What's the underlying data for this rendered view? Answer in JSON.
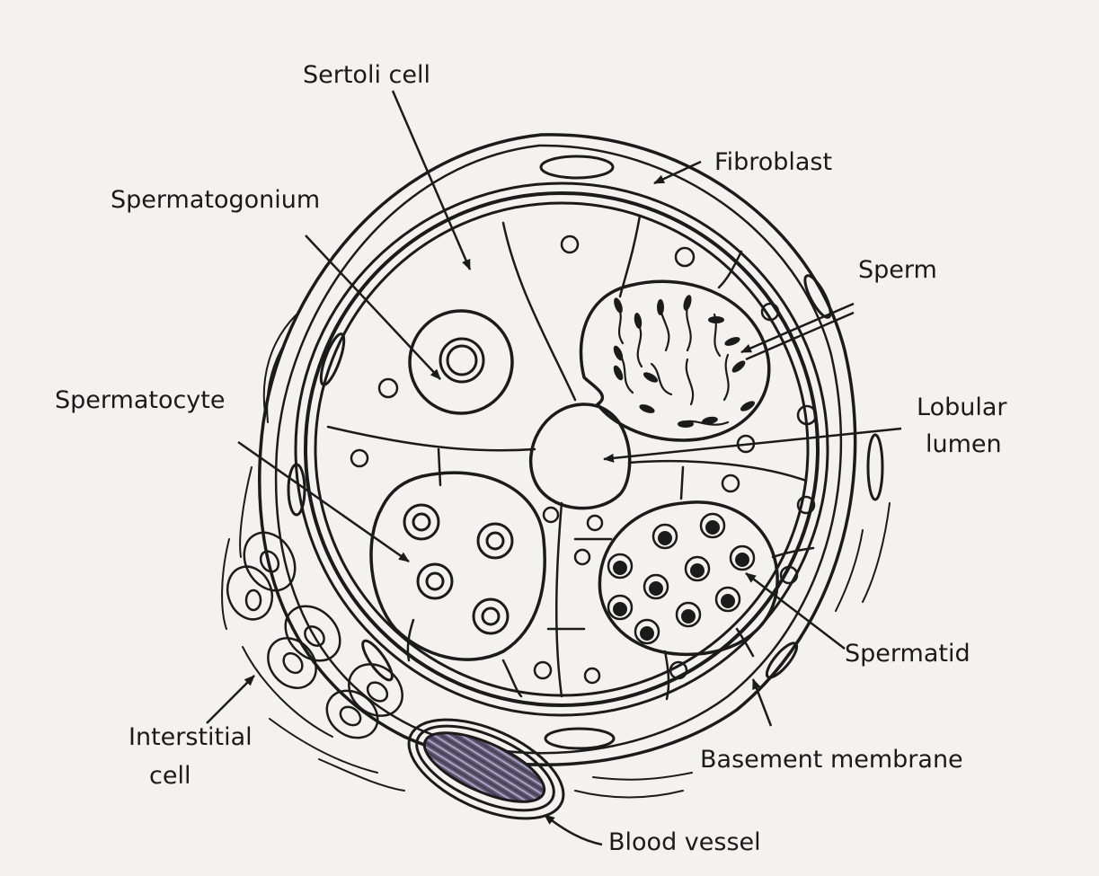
{
  "labels": {
    "sertoli_cell": "Sertoli cell",
    "fibroblast": "Fibroblast",
    "spermatogonium": "Spermatogonium",
    "sperm": "Sperm",
    "spermatocyte": "Spermatocyte",
    "lobular_lumen_1": "Lobular",
    "lobular_lumen_2": "lumen",
    "spermatid": "Spermatid",
    "interstitial_cell_1": "Interstitial",
    "interstitial_cell_2": "cell",
    "basement_membrane": "Basement membrane",
    "blood_vessel": "Blood vessel"
  },
  "colors": {
    "background": "#f3f2ef",
    "ink": "#1b1b1b",
    "blood_vessel_fill": "#8a7fa6"
  }
}
